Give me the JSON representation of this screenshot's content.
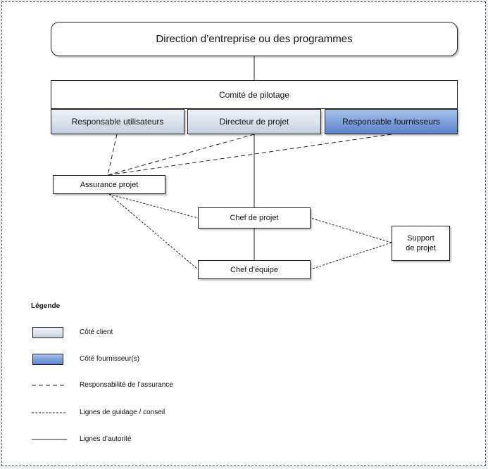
{
  "diagram": {
    "direction": "Direction d’entreprise ou des programmes",
    "comite": "Comité de pilotage",
    "resp_utilisateurs": "Responsable utilisateurs",
    "directeur": "Directeur de projet",
    "resp_fournisseurs": "Responsable fournisseurs",
    "assurance": "Assurance projet",
    "chef_projet": "Chef de projet",
    "chef_equipe": "Chef d’équipe",
    "support_line1": "Support",
    "support_line2": "de projet"
  },
  "legend": {
    "title": "Légende",
    "client": "Côté client",
    "fournisseur": "Côté fournisseur(s)",
    "assurance": "Responsabilité de l’assurance",
    "guidage": "Lignes de guidage / conseil",
    "autorite": "Lignes d’autorité"
  },
  "colors": {
    "client_fill": "#d9e1ec",
    "supplier_fill": "#7fa1dc",
    "line": "#222222"
  }
}
